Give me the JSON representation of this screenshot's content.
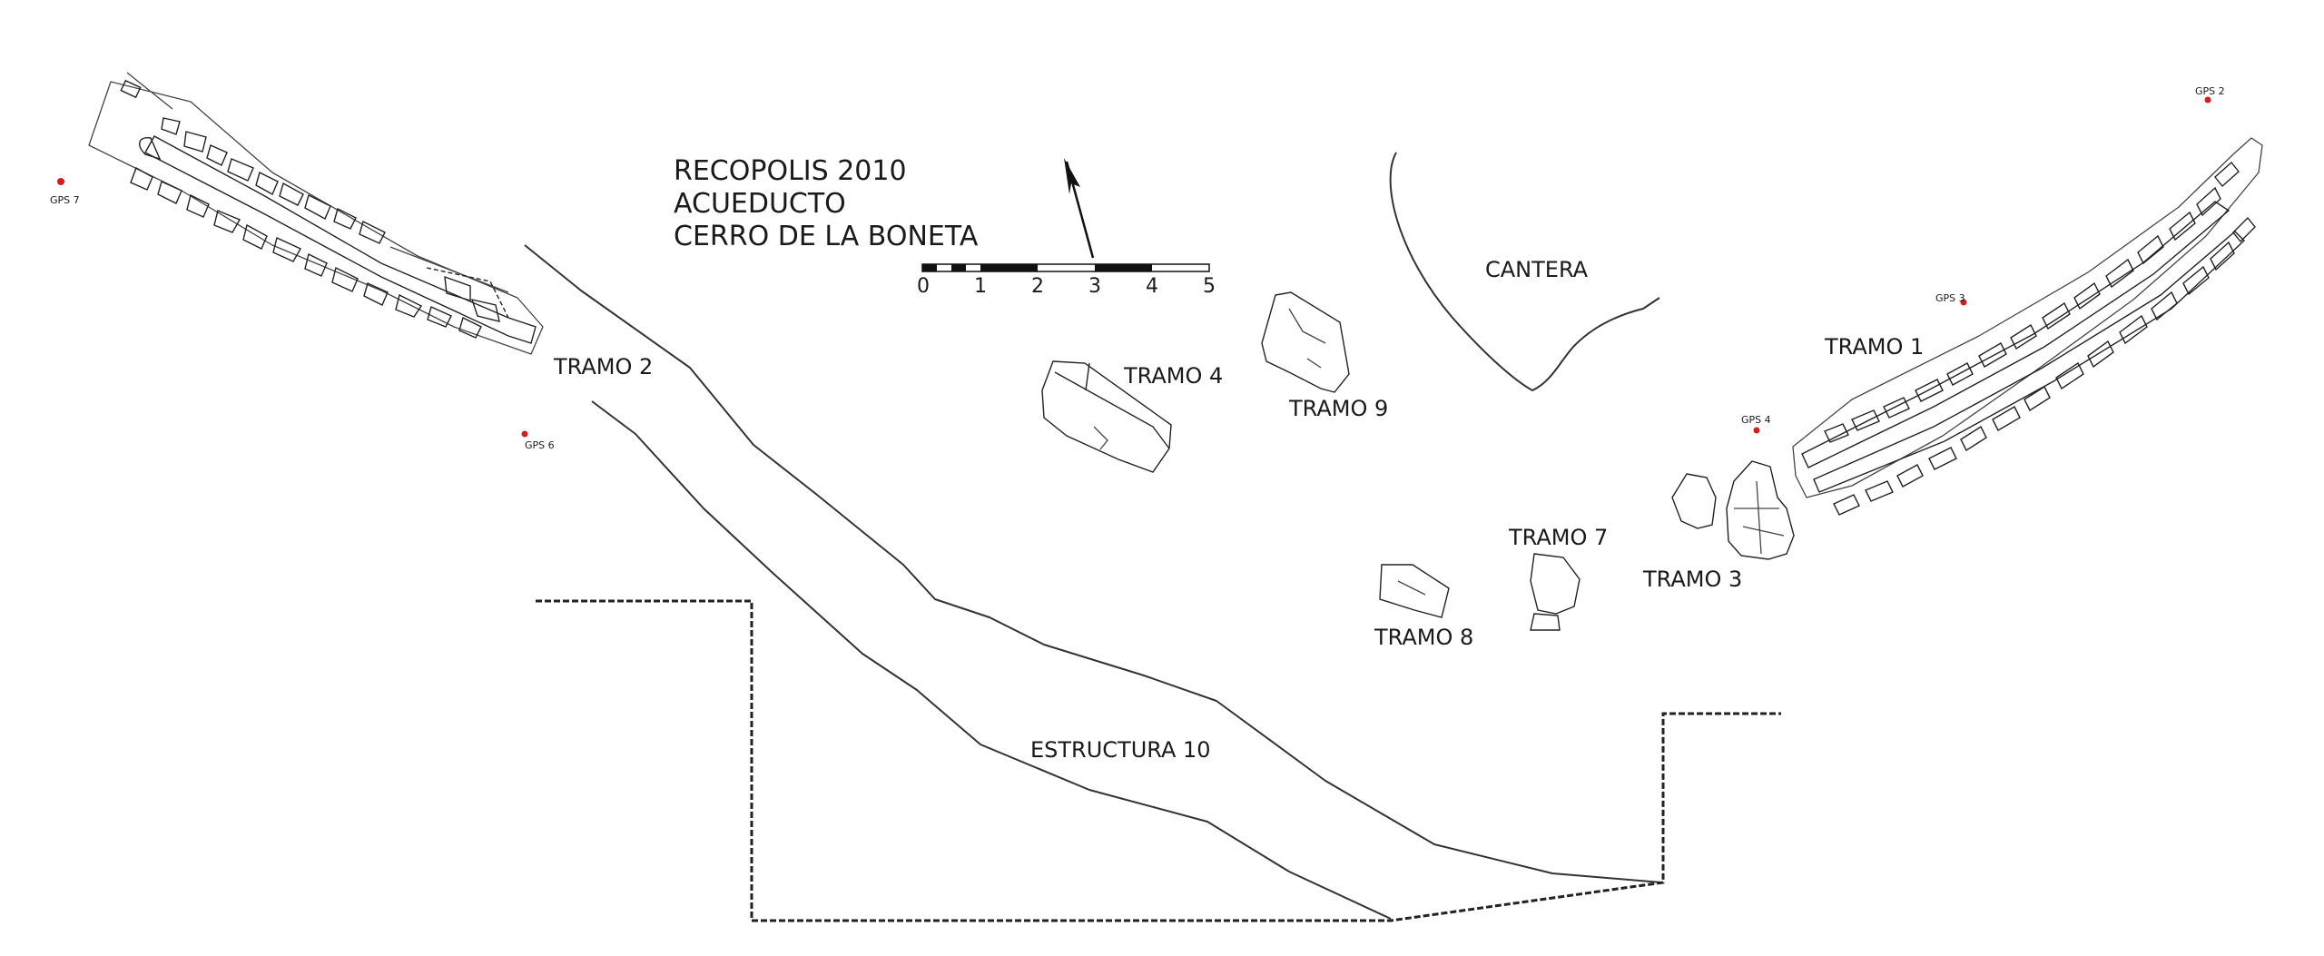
{
  "title": {
    "line1": "RECOPOLIS 2010",
    "line2": "ACUEDUCTO",
    "line3": "CERRO DE LA BONETA"
  },
  "scale_bar": {
    "ticks": [
      "0",
      "1",
      "2",
      "3",
      "4",
      "5"
    ]
  },
  "features": {
    "tramo1": "TRAMO 1",
    "tramo2": "TRAMO 2",
    "tramo3": "TRAMO 3",
    "tramo4": "TRAMO 4",
    "tramo7": "TRAMO 7",
    "tramo8": "TRAMO 8",
    "tramo9": "TRAMO 9",
    "estructura10": "ESTRUCTURA 10",
    "cantera": "CANTERA"
  },
  "gps_points": {
    "gps2": "GPS 2",
    "gps3": "GPS 3",
    "gps4": "GPS 4",
    "gps6": "GPS 6",
    "gps7": "GPS 7"
  },
  "colors": {
    "gps_marker": "#d11f1f",
    "line": "#333333"
  }
}
